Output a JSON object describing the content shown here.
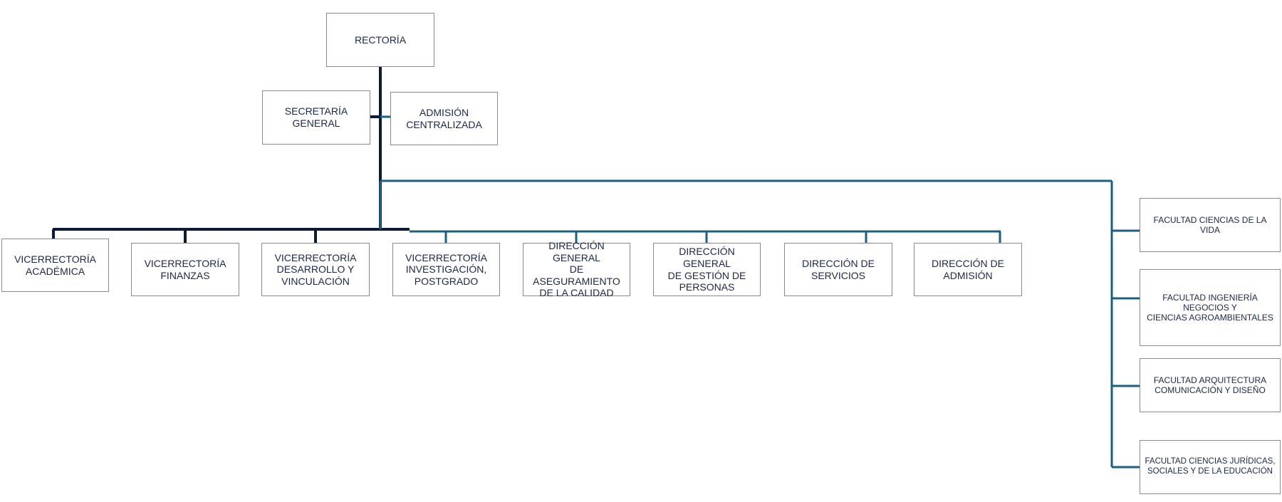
{
  "colors": {
    "dark_line": "#0d1a33",
    "blue_line": "#1d5f80",
    "text": "#1b2745",
    "border": "#8a8a8a"
  },
  "nodes": {
    "rectoria": "RECTORÍA",
    "secretaria": "SECRETARÍA\nGENERAL",
    "admision_central": "ADMISIÓN\nCENTRALIZADA",
    "vr_academica": "VICERRECTORÍA\nACADÉMICA",
    "vr_finanzas": "VICERRECTORÍA\nFINANZAS",
    "vr_desarrollo": "VICERRECTORÍA\nDESARROLLO Y\nVINCULACIÓN",
    "vr_investigacion": "VICERRECTORÍA\nINVESTIGACIÓN,\nPOSTGRADO",
    "dg_calidad": "DIRECCIÓN GENERAL\nDE ASEGURAMIENTO\nDE LA CALIDAD",
    "dg_personas": "DIRECCIÓN GENERAL\nDE GESTIÓN DE\nPERSONAS",
    "d_servicios": "DIRECCIÓN DE\nSERVICIOS",
    "d_admision": "DIRECCIÓN DE\nADMISIÓN",
    "f_vida": "FACULTAD CIENCIAS DE LA VIDA",
    "f_ingenieria": "FACULTAD  INGENIERÍA\nNEGOCIOS Y\nCIENCIAS  AGROAMBIENTALES",
    "f_arquitectura": "FACULTAD ARQUITECTURA\nCOMUNICACIÓN Y DISEÑO",
    "f_juridicas": "FACULTAD CIENCIAS  JURÍDICAS,\nSOCIALES Y DE LA EDUCACIÓN"
  }
}
